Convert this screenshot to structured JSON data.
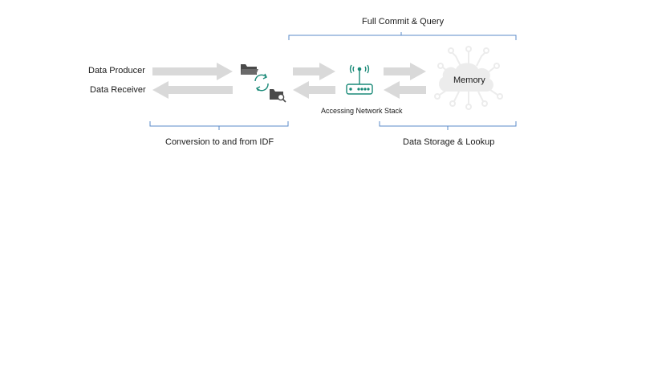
{
  "labels": {
    "data_producer": "Data Producer",
    "data_receiver": "Data Receiver",
    "full_commit_query": "Full Commit & Query",
    "conversion": "Conversion to and from IDF",
    "accessing_network_stack": "Accessing Network Stack",
    "data_storage_lookup": "Data Storage & Lookup",
    "memory": "Memory"
  },
  "colors": {
    "arrow": "#d9d9d9",
    "bracket": "#5b8bc9",
    "icon_teal": "#1a8a78",
    "icon_dark": "#4a4a4a",
    "cloud": "#ececec"
  },
  "icons": [
    "folder-icon",
    "sync-icon",
    "folder-search-icon",
    "router-icon",
    "cloud-brain-icon"
  ]
}
